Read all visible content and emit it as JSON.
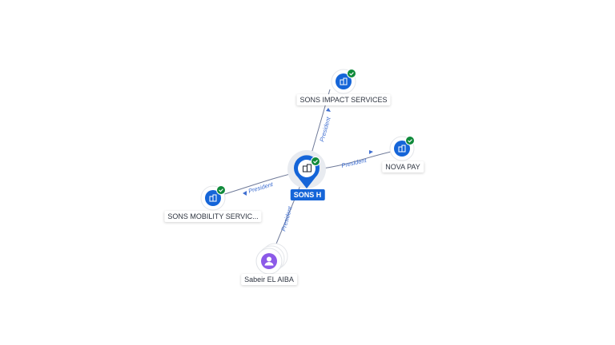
{
  "graph": {
    "center": {
      "label": "SONS H",
      "icon": "building-icon",
      "verified": true
    },
    "nodes": [
      {
        "id": "sons-impact",
        "label": "SONS IMPACT SERVICES",
        "kind": "company",
        "icon": "building-icon",
        "verified": true
      },
      {
        "id": "nova-pay",
        "label": "NOVA PAY",
        "kind": "company",
        "icon": "building-icon",
        "verified": true
      },
      {
        "id": "sons-mobility",
        "label": "SONS MOBILITY SERVIC...",
        "kind": "company",
        "icon": "building-icon",
        "verified": true
      },
      {
        "id": "sabeir",
        "label": "Sabeir EL AIBA",
        "kind": "person",
        "icon": "person-icon",
        "verified": false
      }
    ],
    "edges": [
      {
        "from": "center",
        "to": "sons-impact",
        "label": "President"
      },
      {
        "from": "center",
        "to": "nova-pay",
        "label": "President"
      },
      {
        "from": "center",
        "to": "sons-mobility",
        "label": "President"
      },
      {
        "from": "sabeir",
        "to": "center",
        "label": "President"
      }
    ]
  },
  "colors": {
    "accent": "#1565d8",
    "verified": "#0f8a3a",
    "person": "#8c5ae8",
    "edge": "#6f7a99",
    "edge_label": "#3f6fd1"
  }
}
